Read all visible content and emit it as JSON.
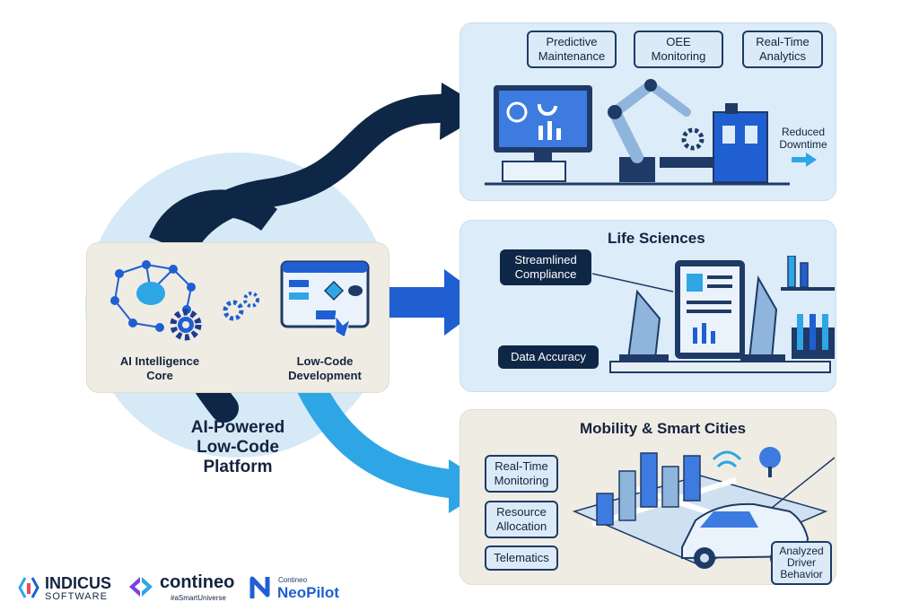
{
  "hub": {
    "card_left_label": "AI Intelligence\nCore",
    "card_right_label": "Low-Code\nDevelopment",
    "platform_title": "AI-Powered\nLow-Code\nPlatform"
  },
  "manufacturing": {
    "tags": [
      "Predictive\nMaintenance",
      "OEE\nMonitoring",
      "Real-Time\nAnalytics"
    ],
    "note": "Reduced\nDowntime"
  },
  "life_sciences": {
    "title": "Life Sciences",
    "tags": [
      "Streamlined\nCompliance",
      "Data Accuracy"
    ]
  },
  "mobility": {
    "title": "Mobility & Smart Cities",
    "tags": [
      "Real-Time\nMonitoring",
      "Resource\nAllocation",
      "Telematics"
    ],
    "note": "Analyzed\nDriver\nBehavior"
  },
  "logos": {
    "indicus_name": "INDICUS",
    "indicus_sub": "SOFTWARE",
    "contineo_name": "contineo",
    "contineo_sub": "#aSmartUniverse",
    "neopilot_small": "Contineo",
    "neopilot_name": "NeoPilot"
  },
  "colors": {
    "navy": "#0f2747",
    "royal": "#1f5fd1",
    "sky": "#2ea6e6",
    "panel_blue": "#dcecf8",
    "panel_beige": "#efece4"
  }
}
